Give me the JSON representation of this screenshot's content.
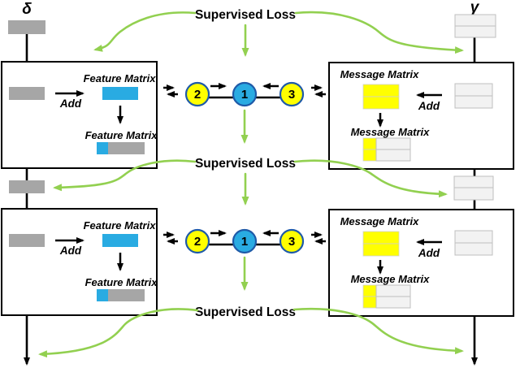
{
  "labels": {
    "supervised_loss": "Supervised Loss",
    "delta": "δ",
    "gamma": "γ",
    "feature_matrix": "Feature Matrix",
    "message_matrix": "Message Matrix",
    "add": "Add"
  },
  "graph": {
    "nodes": [
      {
        "id": "2",
        "color": "yellow"
      },
      {
        "id": "1",
        "color": "blue"
      },
      {
        "id": "3",
        "color": "yellow"
      }
    ]
  },
  "colors": {
    "blue": "#29ABE2",
    "yellow": "#FFFF00",
    "green": "#92D050",
    "gray": "#A6A6A6",
    "light_cell": "#F2F2F2",
    "cell_border": "#BFBFBF",
    "node_border": "#1E5AA8",
    "line_black": "#000000"
  }
}
